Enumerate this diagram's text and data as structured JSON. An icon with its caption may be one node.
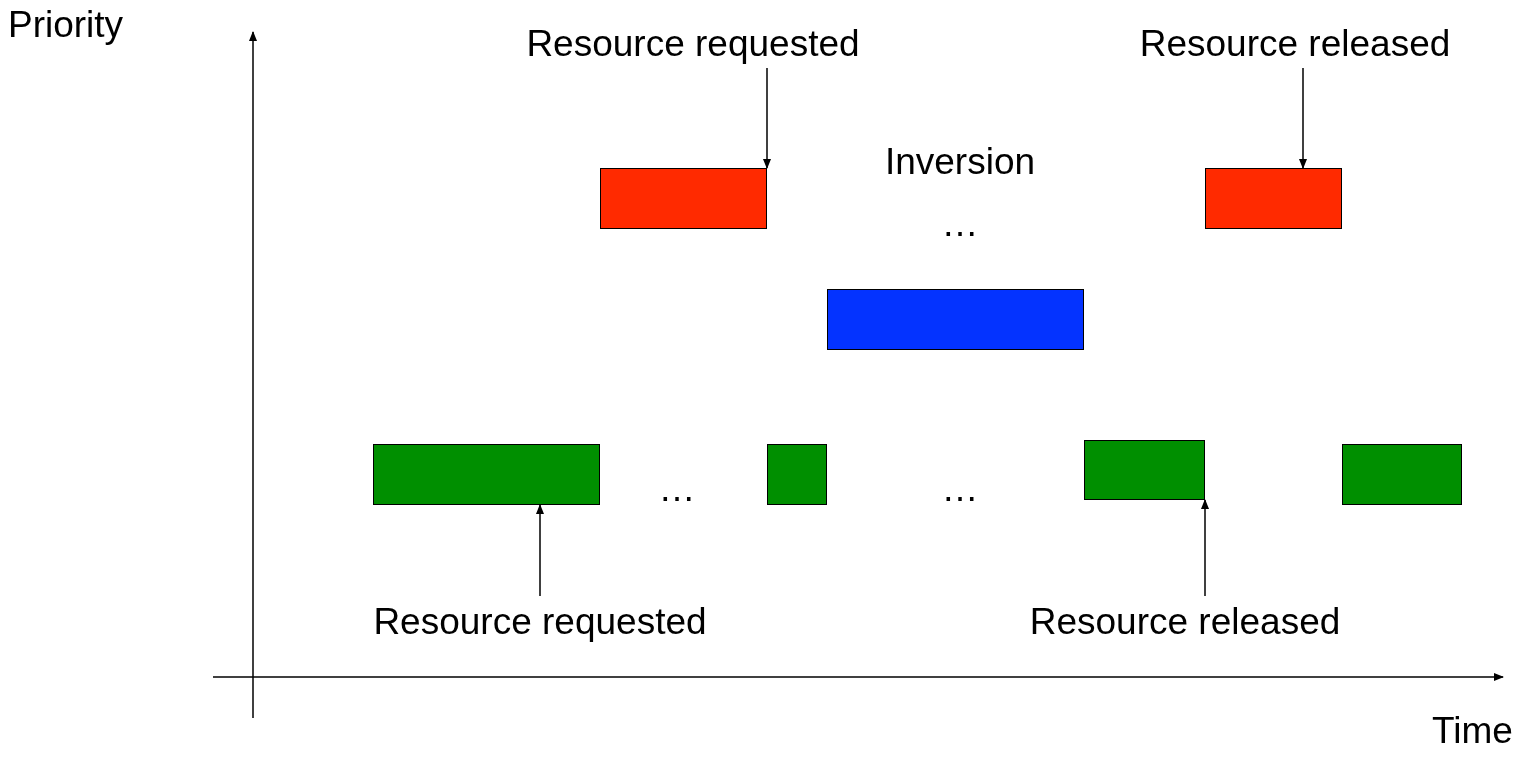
{
  "diagram": {
    "nodes": [
      {
        "text": [
          "Resource requested"
        ]
      },
      {
        "text": [
          "Resource released"
        ]
      },
      {
        "text": [],
        "shape": "bar"
      },
      {
        "text": [],
        "shape": "bar"
      },
      {
        "text": [],
        "shape": "bar"
      },
      {
        "text": [],
        "shape": "bar"
      },
      {
        "text": [],
        "shape": "bar"
      },
      {
        "text": [],
        "shape": "bar"
      },
      {
        "text": [],
        "shape": "bar"
      },
      {
        "text": [
          "Resource requested"
        ]
      },
      {
        "text": [
          "Resource released"
        ]
      }
    ],
    "edges": [
      {
        "from": 0,
        "to": 2,
        "arrow": "to"
      },
      {
        "from": 1,
        "to": 3,
        "arrow": "to"
      },
      {
        "from": 9,
        "to": 5,
        "arrow": "to"
      },
      {
        "from": 10,
        "to": 7,
        "arrow": "to"
      }
    ],
    "labels": [
      "Priority",
      "Inversion",
      "…",
      "…",
      "…",
      "Time"
    ]
  }
}
